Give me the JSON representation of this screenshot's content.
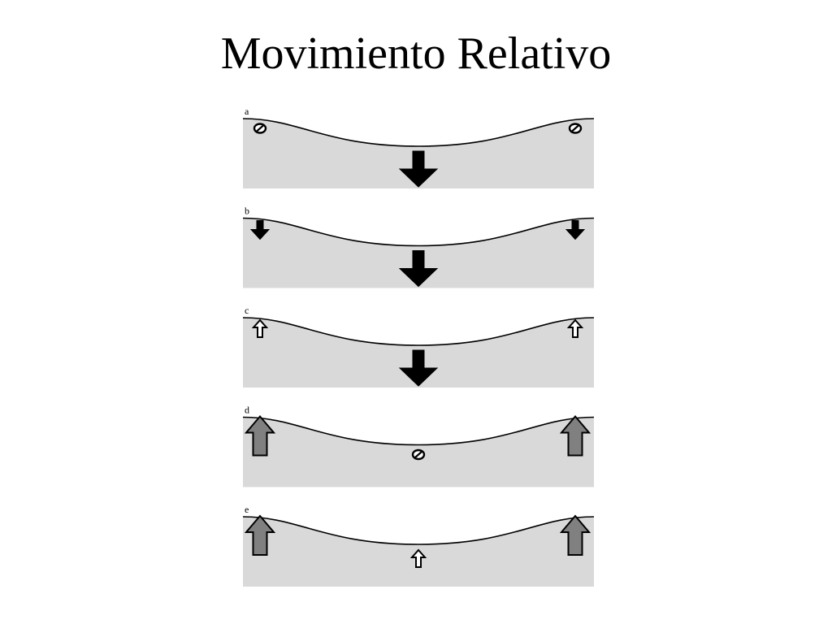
{
  "slide": {
    "title": "Movimiento Relativo"
  },
  "colors": {
    "terrain_fill": "#d9d9d9",
    "outline": "#000000",
    "arrow_black": "#000000",
    "arrow_gray": "#808080",
    "arrow_white": "#ffffff"
  },
  "panels": [
    {
      "label": "a",
      "flanks": {
        "symbol": "no-motion-icon"
      },
      "center": {
        "symbol": "arrow-down-large-icon"
      }
    },
    {
      "label": "b",
      "flanks": {
        "symbol": "arrow-down-small-icon"
      },
      "center": {
        "symbol": "arrow-down-large-icon"
      }
    },
    {
      "label": "c",
      "flanks": {
        "symbol": "arrow-up-small-outline-icon"
      },
      "center": {
        "symbol": "arrow-down-large-icon"
      }
    },
    {
      "label": "d",
      "flanks": {
        "symbol": "arrow-up-large-gray-icon"
      },
      "center": {
        "symbol": "no-motion-icon"
      }
    },
    {
      "label": "e",
      "flanks": {
        "symbol": "arrow-up-large-gray-icon"
      },
      "center": {
        "symbol": "arrow-up-small-outline-icon"
      }
    }
  ]
}
